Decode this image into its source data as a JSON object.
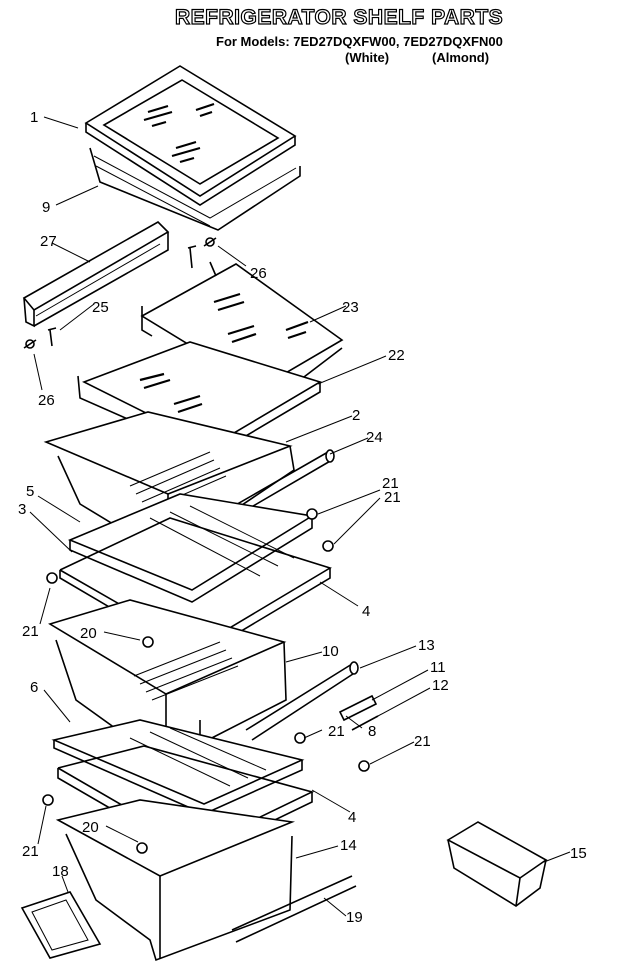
{
  "header": {
    "title": "REFRIGERATOR SHELF PARTS",
    "models_line": "For Models: 7ED27DQXFW00, 7ED27DQXFN00",
    "variant_white": "(White)",
    "variant_almond": "(Almond)"
  },
  "callouts": [
    "1",
    "9",
    "27",
    "26",
    "25",
    "26",
    "23",
    "22",
    "2",
    "24",
    "5",
    "3",
    "21",
    "21",
    "4",
    "21",
    "20",
    "10",
    "13",
    "11",
    "12",
    "6",
    "8",
    "21",
    "21",
    "4",
    "21",
    "20",
    "14",
    "15",
    "18",
    "19"
  ]
}
